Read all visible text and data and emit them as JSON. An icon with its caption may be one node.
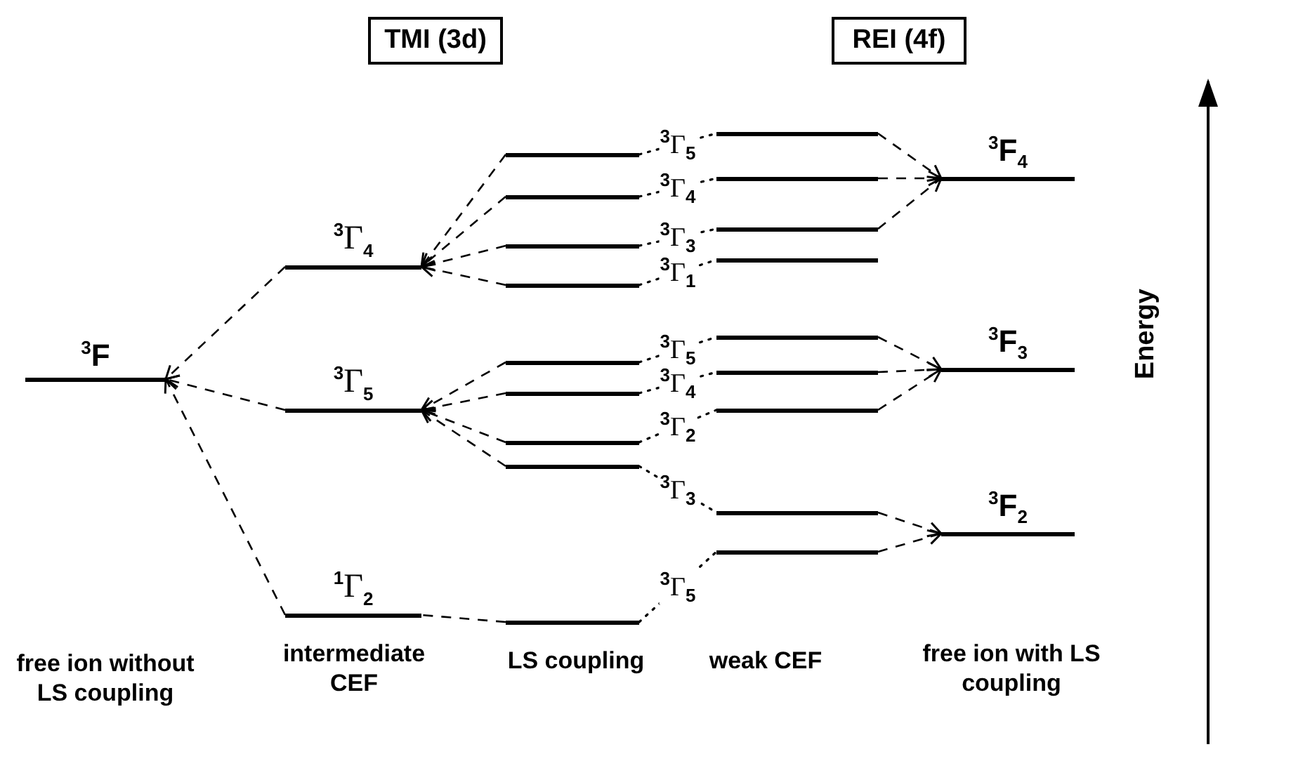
{
  "diagram": {
    "nodes": [
      {
        "text": [
          "TMI (3d)"
        ]
      },
      {
        "text": [
          "REI (4f)"
        ]
      },
      {
        "text": [
          "$^{3}$F"
        ]
      },
      {
        "text": [
          "$^{3}$Γ$_{4}$"
        ]
      },
      {
        "text": [
          "$^{3}$Γ$_{5}$"
        ]
      },
      {
        "text": [
          "$^{1}$Γ$_{2}$"
        ]
      },
      {
        "text": [],
        "shape": "bar"
      },
      {
        "text": [],
        "shape": "bar"
      },
      {
        "text": [],
        "shape": "bar"
      },
      {
        "text": [],
        "shape": "bar"
      },
      {
        "text": [],
        "shape": "bar"
      },
      {
        "text": [],
        "shape": "bar"
      },
      {
        "text": [],
        "shape": "bar"
      },
      {
        "text": [],
        "shape": "bar"
      },
      {
        "text": [],
        "shape": "bar"
      },
      {
        "text": [],
        "shape": "bar"
      },
      {
        "text": [],
        "shape": "bar"
      },
      {
        "text": [],
        "shape": "bar"
      },
      {
        "text": [],
        "shape": "bar"
      },
      {
        "text": [],
        "shape": "bar"
      },
      {
        "text": [],
        "shape": "bar"
      },
      {
        "text": [],
        "shape": "bar"
      },
      {
        "text": [],
        "shape": "bar"
      },
      {
        "text": [],
        "shape": "bar"
      },
      {
        "text": [
          "$^{3}$F$_{4}$"
        ]
      },
      {
        "text": [
          "$^{3}$F$_{3}$"
        ]
      },
      {
        "text": [
          "$^{3}$F$_{2}$"
        ]
      }
    ],
    "edges": [
      {
        "from": 3,
        "to": 2,
        "arrow": "to",
        "style": "dashed"
      },
      {
        "from": 4,
        "to": 2,
        "arrow": "to",
        "style": "dashed"
      },
      {
        "from": 5,
        "to": 2,
        "arrow": "to",
        "style": "dashed"
      },
      {
        "from": 6,
        "to": 3,
        "arrow": "to",
        "style": "dashed"
      },
      {
        "from": 7,
        "to": 3,
        "arrow": "to",
        "style": "dashed"
      },
      {
        "from": 8,
        "to": 3,
        "arrow": "to",
        "style": "dashed"
      },
      {
        "from": 9,
        "to": 3,
        "arrow": "to",
        "style": "dashed"
      },
      {
        "from": 10,
        "to": 4,
        "arrow": "to",
        "style": "dashed"
      },
      {
        "from": 11,
        "to": 4,
        "arrow": "to",
        "style": "dashed"
      },
      {
        "from": 12,
        "to": 4,
        "arrow": "to",
        "style": "dashed"
      },
      {
        "from": 13,
        "to": 4,
        "arrow": "to",
        "style": "dashed"
      },
      {
        "from": 14,
        "to": 5,
        "arrow": "none",
        "style": "dashed"
      },
      {
        "from": 6,
        "to": 15,
        "arrow": "none",
        "label": "$^{3}$Γ$_{5}$"
      },
      {
        "from": 7,
        "to": 16,
        "arrow": "none",
        "label": "$^{3}$Γ$_{4}$"
      },
      {
        "from": 8,
        "to": 17,
        "arrow": "none",
        "label": "$^{3}$Γ$_{3}$"
      },
      {
        "from": 9,
        "to": 18,
        "arrow": "none",
        "label": "$^{3}$Γ$_{1}$"
      },
      {
        "from": 10,
        "to": 19,
        "arrow": "none",
        "label": "$^{3}$Γ$_{5}$"
      },
      {
        "from": 11,
        "to": 20,
        "arrow": "none",
        "label": "$^{3}$Γ$_{4}$"
      },
      {
        "from": 12,
        "to": 21,
        "arrow": "none",
        "label": "$^{3}$Γ$_{2}$"
      },
      {
        "from": 13,
        "to": 22,
        "arrow": "none",
        "label": "$^{3}$Γ$_{3}$"
      },
      {
        "from": 14,
        "to": 23,
        "arrow": "none",
        "label": "$^{3}$Γ$_{5}$"
      },
      {
        "from": 15,
        "to": 24,
        "arrow": "to",
        "style": "dashed"
      },
      {
        "from": 16,
        "to": 24,
        "arrow": "to",
        "style": "dashed"
      },
      {
        "from": 17,
        "to": 24,
        "arrow": "to",
        "style": "dashed"
      },
      {
        "from": 19,
        "to": 25,
        "arrow": "to",
        "style": "dashed"
      },
      {
        "from": 20,
        "to": 25,
        "arrow": "to",
        "style": "dashed"
      },
      {
        "from": 21,
        "to": 25,
        "arrow": "to",
        "style": "dashed"
      },
      {
        "from": 22,
        "to": 26,
        "arrow": "to",
        "style": "dashed"
      },
      {
        "from": 23,
        "to": 26,
        "arrow": "to",
        "style": "dashed"
      }
    ],
    "labels": [
      "free ion without LS coupling",
      "intermediate CEF",
      "LS coupling",
      "weak CEF",
      "free ion with LS coupling",
      "Energy"
    ]
  }
}
